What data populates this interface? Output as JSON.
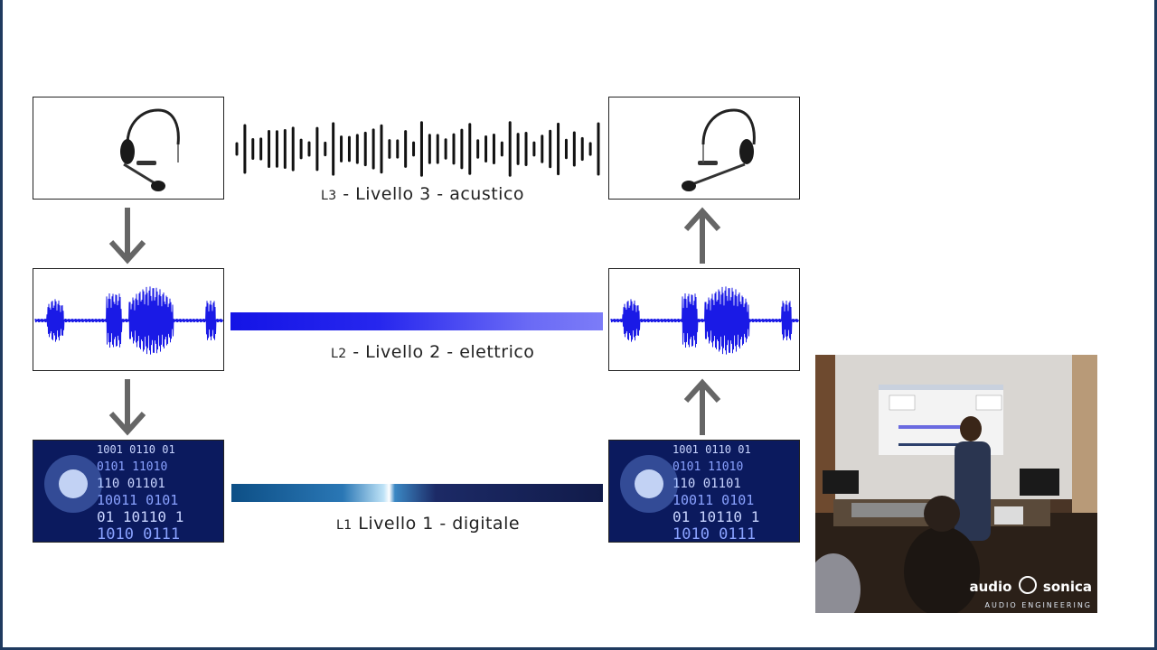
{
  "levels": {
    "l3": {
      "code": "L3",
      "text": "- Livello 3 - acustico"
    },
    "l2": {
      "code": "L2",
      "text": "- Livello 2 - elettrico"
    },
    "l1": {
      "code": "L1",
      "text": "Livello 1 - digitale"
    }
  },
  "icons": {
    "headset": "headset-icon",
    "waveform": "audio-waveform",
    "binary": "binary-tunnel",
    "arrow_down": "arrow-down-icon",
    "arrow_up": "arrow-up-icon"
  },
  "colors": {
    "electric": "#1414e6",
    "digital": "#0d4f86",
    "arrow": "#666666",
    "frame": "#1f3a5f"
  },
  "photo": {
    "brand_part1": "audio",
    "brand_part2": "sonica",
    "brand_sub": "AUDIO ENGINEERING"
  }
}
